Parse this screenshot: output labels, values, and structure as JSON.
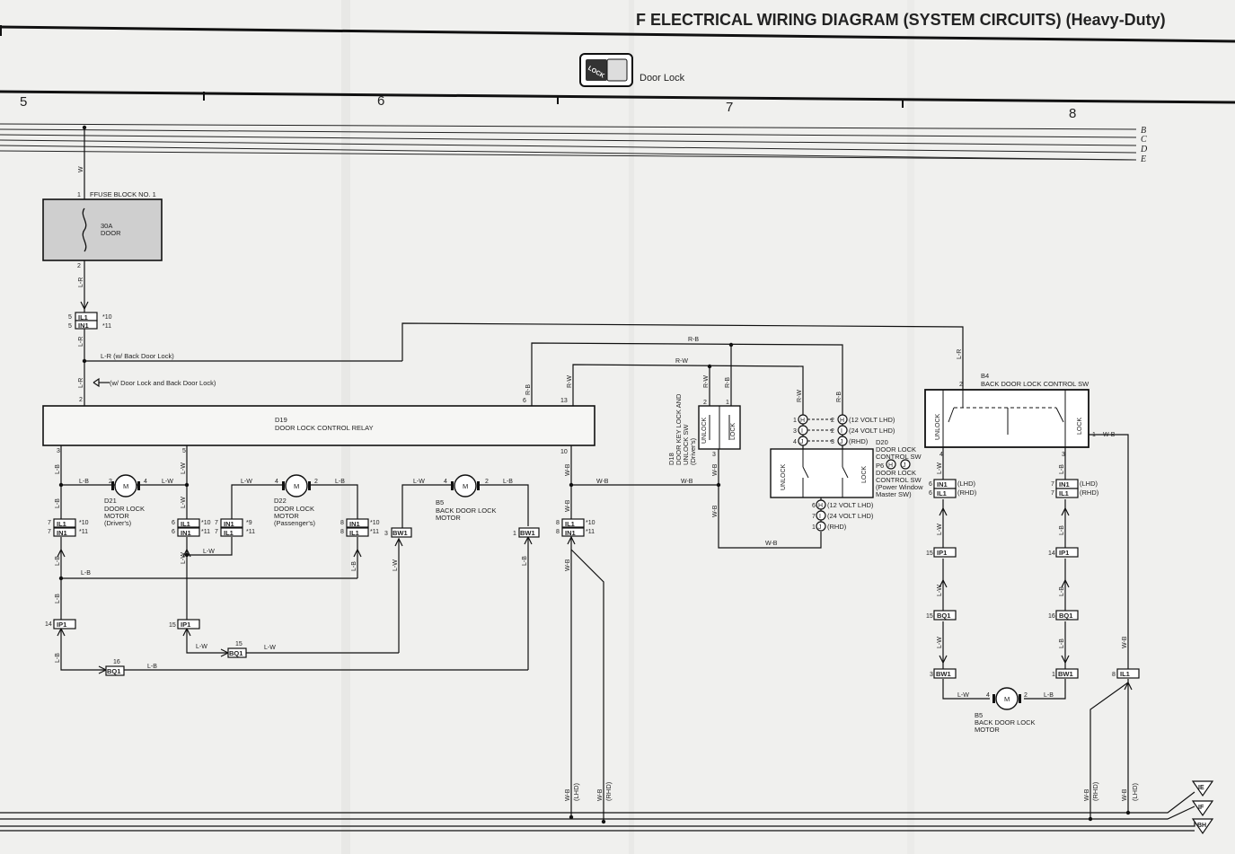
{
  "header": {
    "title": "F  ELECTRICAL WIRING DIAGRAM (SYSTEM CIRCUITS) (Heavy-Duty)",
    "system_label": "Door Lock",
    "system_icon_text": "LOCK",
    "columns": [
      "5",
      "6",
      "7",
      "8"
    ],
    "buses": [
      "B",
      "C",
      "D",
      "E"
    ]
  },
  "fuse": {
    "name": "FFUSE BLOCK NO. 1",
    "rating": "30A",
    "circuit": "DOOR",
    "pin_in": "1",
    "pin_out": "2"
  },
  "relay": {
    "name": "D19",
    "desc": "DOOR LOCK CONTROL RELAY"
  },
  "notes": {
    "back_door": "L-R (w/ Back Door Lock)",
    "door_and_back": "(w/ Door Lock and Back Door Lock)"
  },
  "motors": {
    "d21": {
      "id": "D21",
      "line1": "DOOR LOCK",
      "line2": "MOTOR",
      "line3": "(Driver's)"
    },
    "d22": {
      "id": "D22",
      "line1": "DOOR LOCK",
      "line2": "MOTOR",
      "line3": "(Passenger's)"
    },
    "b5a": {
      "id": "B5",
      "line1": "BACK DOOR LOCK",
      "line2": "MOTOR"
    },
    "b5b": {
      "id": "B5",
      "line1": "BACK DOOR LOCK",
      "line2": "MOTOR"
    },
    "symbol": "M"
  },
  "switches": {
    "d18": {
      "lines": [
        "D18",
        "DOOR KEY LOCK AND",
        "UNLOCK SW",
        "(Driver's)"
      ],
      "unlock": "UNLOCK",
      "lock": "LOCK"
    },
    "d20": {
      "lines": [
        "D20",
        "DOOR LOCK",
        "CONTROL SW",
        "P6",
        "DOOR LOCK",
        "CONTROL SW",
        "(Power Window",
        "Master SW)"
      ],
      "unlock": "UNLOCK",
      "lock": "LOCK"
    },
    "b4": {
      "lines": [
        "B4",
        "BACK DOOR LOCK CONTROL SW"
      ],
      "unlock": "UNLOCK",
      "lock": "LOCK"
    }
  },
  "variants": {
    "v12": "(12 VOLT LHD)",
    "v24": "(24 VOLT LHD)",
    "rhd": "(RHD)",
    "lhd": "(LHD)"
  },
  "connectors": {
    "il1": "IL1",
    "in1": "IN1",
    "ip1": "IP1",
    "bq1": "BQ1",
    "bw1": "BW1",
    "h": "H",
    "i": "I",
    "j": "J"
  },
  "footnotes": {
    "n9": "*9",
    "n10": "*10",
    "n11": "*11"
  },
  "wires": {
    "w": "W",
    "lr": "L-R",
    "lb": "L-B",
    "lw": "L-W",
    "rb": "R-B",
    "rw": "R-W",
    "wb": "W-B"
  },
  "grounds": [
    "IE",
    "IF",
    "BH"
  ]
}
